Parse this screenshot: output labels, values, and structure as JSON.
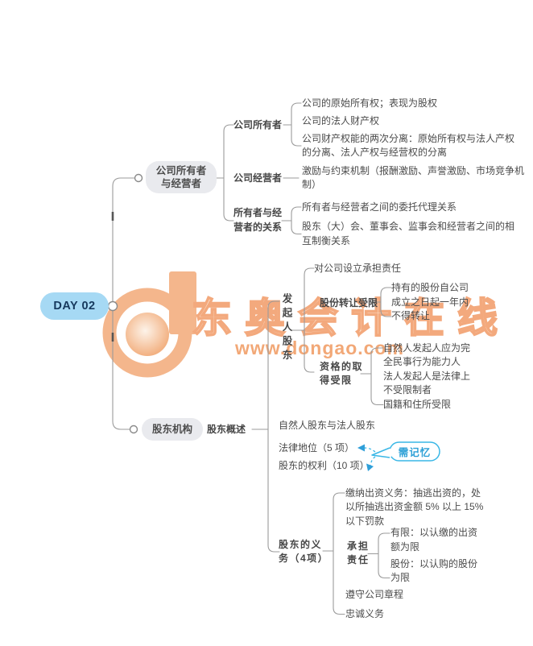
{
  "watermark": {
    "brand_text": "东奥会计在线",
    "url": "www.dongao.com",
    "accent_color": "#f2a877"
  },
  "root": {
    "label": "DAY 02",
    "bg_color": "#a6d9f4"
  },
  "branch_owners": {
    "label": "公司所有者与经营者",
    "owner": {
      "label": "公司所有者",
      "items": [
        "公司的原始所有权；表现为股权",
        "公司的法人财产权",
        "公司财产权能的两次分离：原始所有权与法人产权的分离、法人产权与经营权的分离"
      ]
    },
    "manager": {
      "label": "公司经营者",
      "item": "激励与约束机制（报酬激励、声誉激励、市场竞争机制）"
    },
    "relation": {
      "label": "所有者与经营者的关系",
      "items": [
        "所有者与经营者之间的委托代理关系",
        "股东（大）会、董事会、监事会和经营者之间的相互制衡关系"
      ]
    }
  },
  "branch_shareholders": {
    "label": "股东机构",
    "overview_label": "股东概述",
    "promoter": {
      "label": "发起人股东",
      "duty": "对公司设立承担责任",
      "transfer": {
        "label": "股份转让受限",
        "item": "持有的股份自公司成立之日起一年内不得转让"
      },
      "qualification": {
        "label": "资格的取得受限",
        "items": [
          "自然人发起人应为完全民事行为能力人",
          "法人发起人是法律上不受限制者",
          "国籍和住所受限"
        ]
      }
    },
    "types": "自然人股东与法人股东",
    "legal_status": "法律地位（5 项）",
    "rights": "股东的权利（10 项）",
    "memo": "需记忆",
    "memo_color": "#3ab7e6",
    "obligations": {
      "label": "股东的义务（4项）",
      "capital": "缴纳出资义务：抽逃出资的，处以所抽逃出资金额 5% 以上 15% 以下罚款",
      "liability": {
        "label": "承担责任",
        "items": [
          "有限：以认缴的出资额为限",
          "股份：以认购的股份为限"
        ]
      },
      "articles": "遵守公司章程",
      "loyalty": "忠诚义务"
    }
  }
}
